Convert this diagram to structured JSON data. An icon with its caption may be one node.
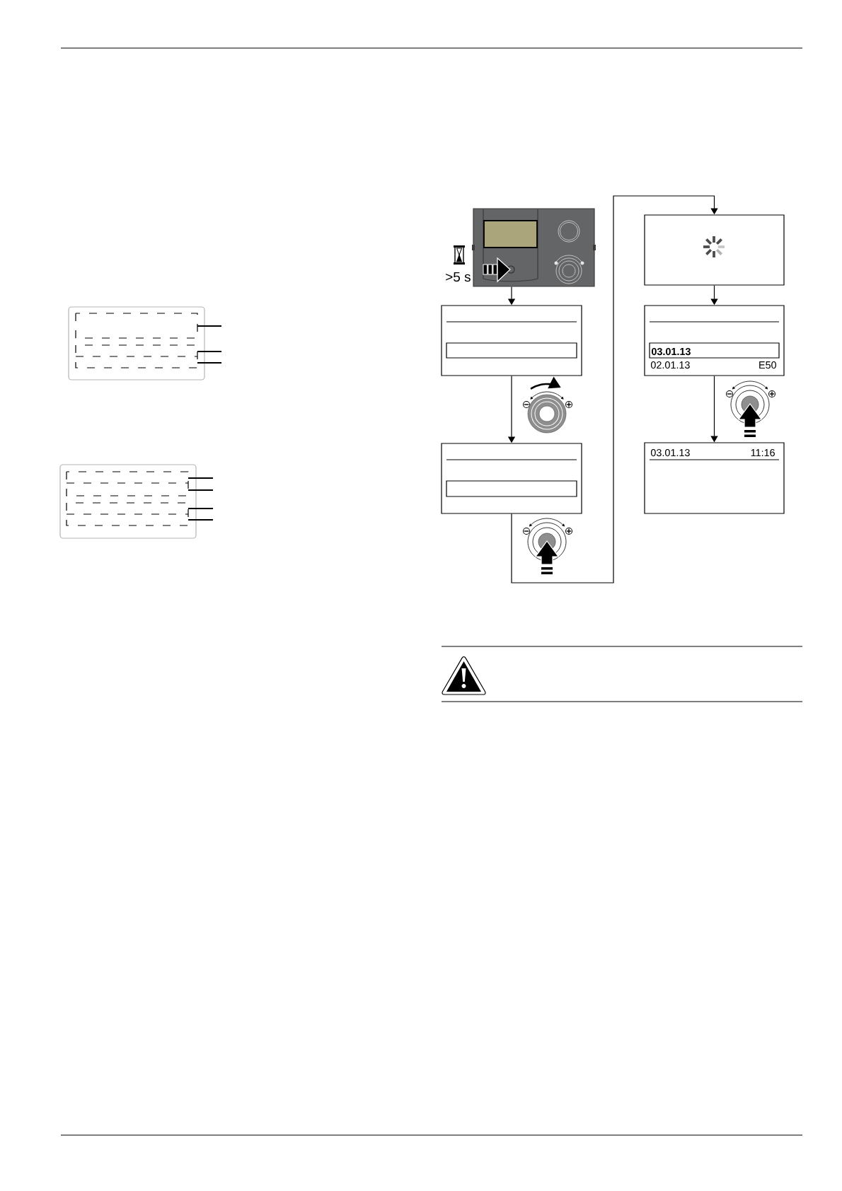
{
  "diagram": {
    "nodes": [
      {
        "text": [],
        "shape": "picture",
        "beside": [
          ">5 s"
        ]
      },
      {
        "text": [],
        "shape": "box"
      },
      {
        "text": [],
        "shape": "box"
      },
      {
        "text": [],
        "shape": "box"
      },
      {
        "text": [
          "03.01.13",
          "02.01.13",
          "E50"
        ]
      },
      {
        "text": [
          "03.01.13",
          "11:16"
        ]
      }
    ],
    "edges": [
      {
        "from": 0,
        "to": 1,
        "arrow": "to"
      },
      {
        "from": 1,
        "to": 2,
        "arrow": "to"
      },
      {
        "from": 2,
        "to": 3,
        "arrow": "to"
      },
      {
        "from": 3,
        "to": 4,
        "arrow": "to"
      },
      {
        "from": 4,
        "to": 5,
        "arrow": "to"
      }
    ]
  }
}
